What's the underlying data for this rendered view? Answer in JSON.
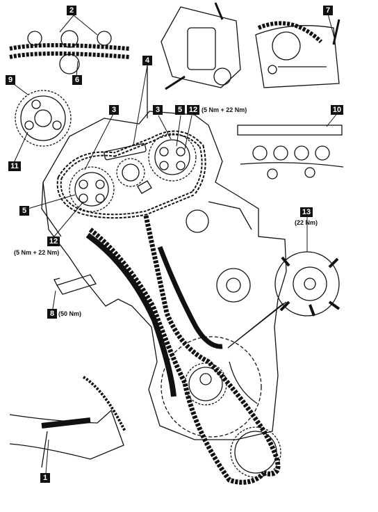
{
  "callouts": {
    "c1": "1",
    "c2": "2",
    "c3a": "3",
    "c3b": "3",
    "c4": "4",
    "c5a": "5",
    "c5b": "5",
    "c6": "6",
    "c7": "7",
    "c8": "8",
    "c9": "9",
    "c10": "10",
    "c11": "11",
    "c12a": "12",
    "c12b": "12",
    "c13": "13"
  },
  "specs": {
    "torque_12_top": "(5 Nm + 22 Nm)",
    "torque_12_left": "(5 Nm + 22 Nm)",
    "torque_13": "(22 Nm)",
    "torque_8": "(50 Nm)"
  }
}
